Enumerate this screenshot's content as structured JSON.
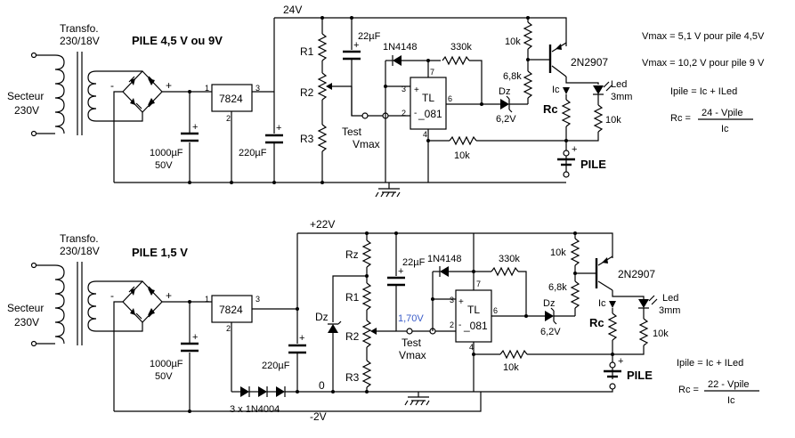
{
  "top": {
    "title": "PILE  4,5 V  ou  9V",
    "secteur": [
      "Secteur",
      "230V"
    ],
    "transfo": [
      "Transfo.",
      "230/18V"
    ],
    "reg": "7824",
    "pin1": "1",
    "pin2": "2",
    "pin3": "3",
    "c1000": [
      "1000µF",
      "50V"
    ],
    "c220": "220µF",
    "rail": "24V",
    "r1": "R1",
    "r2": "R2",
    "r3": "R3",
    "c22": "22µF",
    "diode": "1N4148",
    "r330": "330k",
    "test": [
      "Test",
      "Vmax"
    ],
    "opamp": [
      "TL",
      "_081"
    ],
    "op_pins": [
      "3",
      "2",
      "7",
      "6",
      "4"
    ],
    "r10k_fb": "10k",
    "r10k_b": "10k",
    "r68": "6,8k",
    "dz": [
      "Dz",
      "6,2V"
    ],
    "transistor": "2N2907",
    "ic": "Ic",
    "rc": "Rc",
    "led": [
      "Led",
      "3mm"
    ],
    "r10k_led": "10k",
    "pile": "PILE",
    "plus": "+",
    "minus": "-"
  },
  "bottom": {
    "title": "PILE  1,5 V",
    "secteur": [
      "Secteur",
      "230V"
    ],
    "transfo": [
      "Transfo.",
      "230/18V"
    ],
    "reg": "7824",
    "pin1": "1",
    "pin2": "2",
    "pin3": "3",
    "c1000": [
      "1000µF",
      "50V"
    ],
    "c220": "220µF",
    "rail": "+22V",
    "rail_neg": "-2V",
    "zero": "0",
    "diodes": "3 x 1N4004",
    "rz": "Rz",
    "dz_ref": "Dz",
    "r1": "R1",
    "r2": "R2",
    "r3": "R3",
    "c22": "22µF",
    "diode": "1N4148",
    "r330": "330k",
    "test": [
      "Test",
      "Vmax"
    ],
    "test_v": "1,70V",
    "opamp": [
      "TL",
      "_081"
    ],
    "op_pins": [
      "3",
      "2",
      "7",
      "6",
      "4"
    ],
    "r10k_fb": "10k",
    "r10k_b": "10k",
    "r68": "6,8k",
    "dz": [
      "Dz",
      "6,2V"
    ],
    "transistor": "2N2907",
    "ic": "Ic",
    "rc": "Rc",
    "led": [
      "Led",
      "3mm"
    ],
    "r10k_led": "10k",
    "pile": "PILE"
  },
  "formulas": {
    "vmax45": "Vmax = 5,1 V pour pile 4,5V",
    "vmax9": "Vmax = 10,2 V pour pile 9 V",
    "ipile_top": [
      "Ipile = Ic + ILed"
    ],
    "rc_top": {
      "lhs": "Rc =",
      "num": "24 - Vpile",
      "den": "Ic"
    },
    "ipile_bot": [
      "Ipile = Ic + ILed"
    ],
    "rc_bot": {
      "lhs": "Rc =",
      "num": "22 - Vpile",
      "den": "Ic"
    }
  }
}
